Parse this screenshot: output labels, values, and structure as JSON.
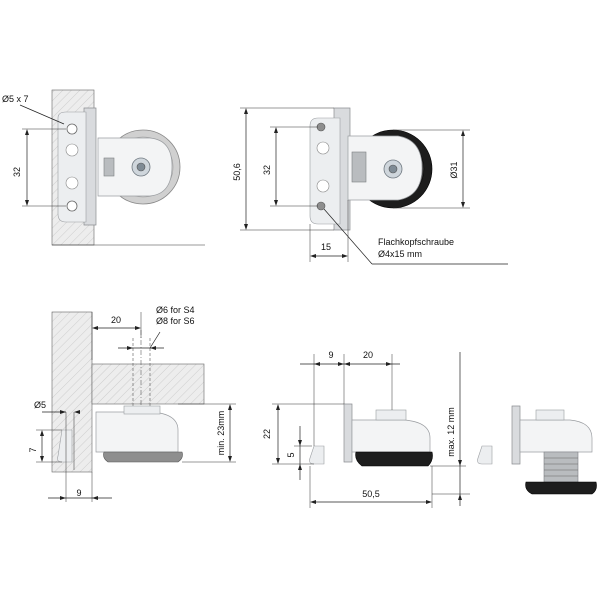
{
  "views": {
    "top_left": {
      "hole_label": "Ø5 x 7",
      "height_label": "32"
    },
    "top_right": {
      "overall_height": "50,6",
      "hole_spacing": "32",
      "roller_diameter": "Ø31",
      "offset": "15",
      "screw_label_line1": "Flachkopfschraube",
      "screw_label_line2": "Ø4x15 mm"
    },
    "bottom_left": {
      "offset_20": "20",
      "hole_label_1": "Ø6 for S4",
      "hole_label_2": "Ø8 for S6",
      "hole_5": "Ø5",
      "height_7": "7",
      "width_9": "9",
      "min_height": "min. 23mm"
    },
    "bottom_right": {
      "width_9": "9",
      "width_20": "20",
      "height_22": "22",
      "height_5": "5",
      "length": "50,5",
      "max_height": "max. 12 mm"
    }
  }
}
